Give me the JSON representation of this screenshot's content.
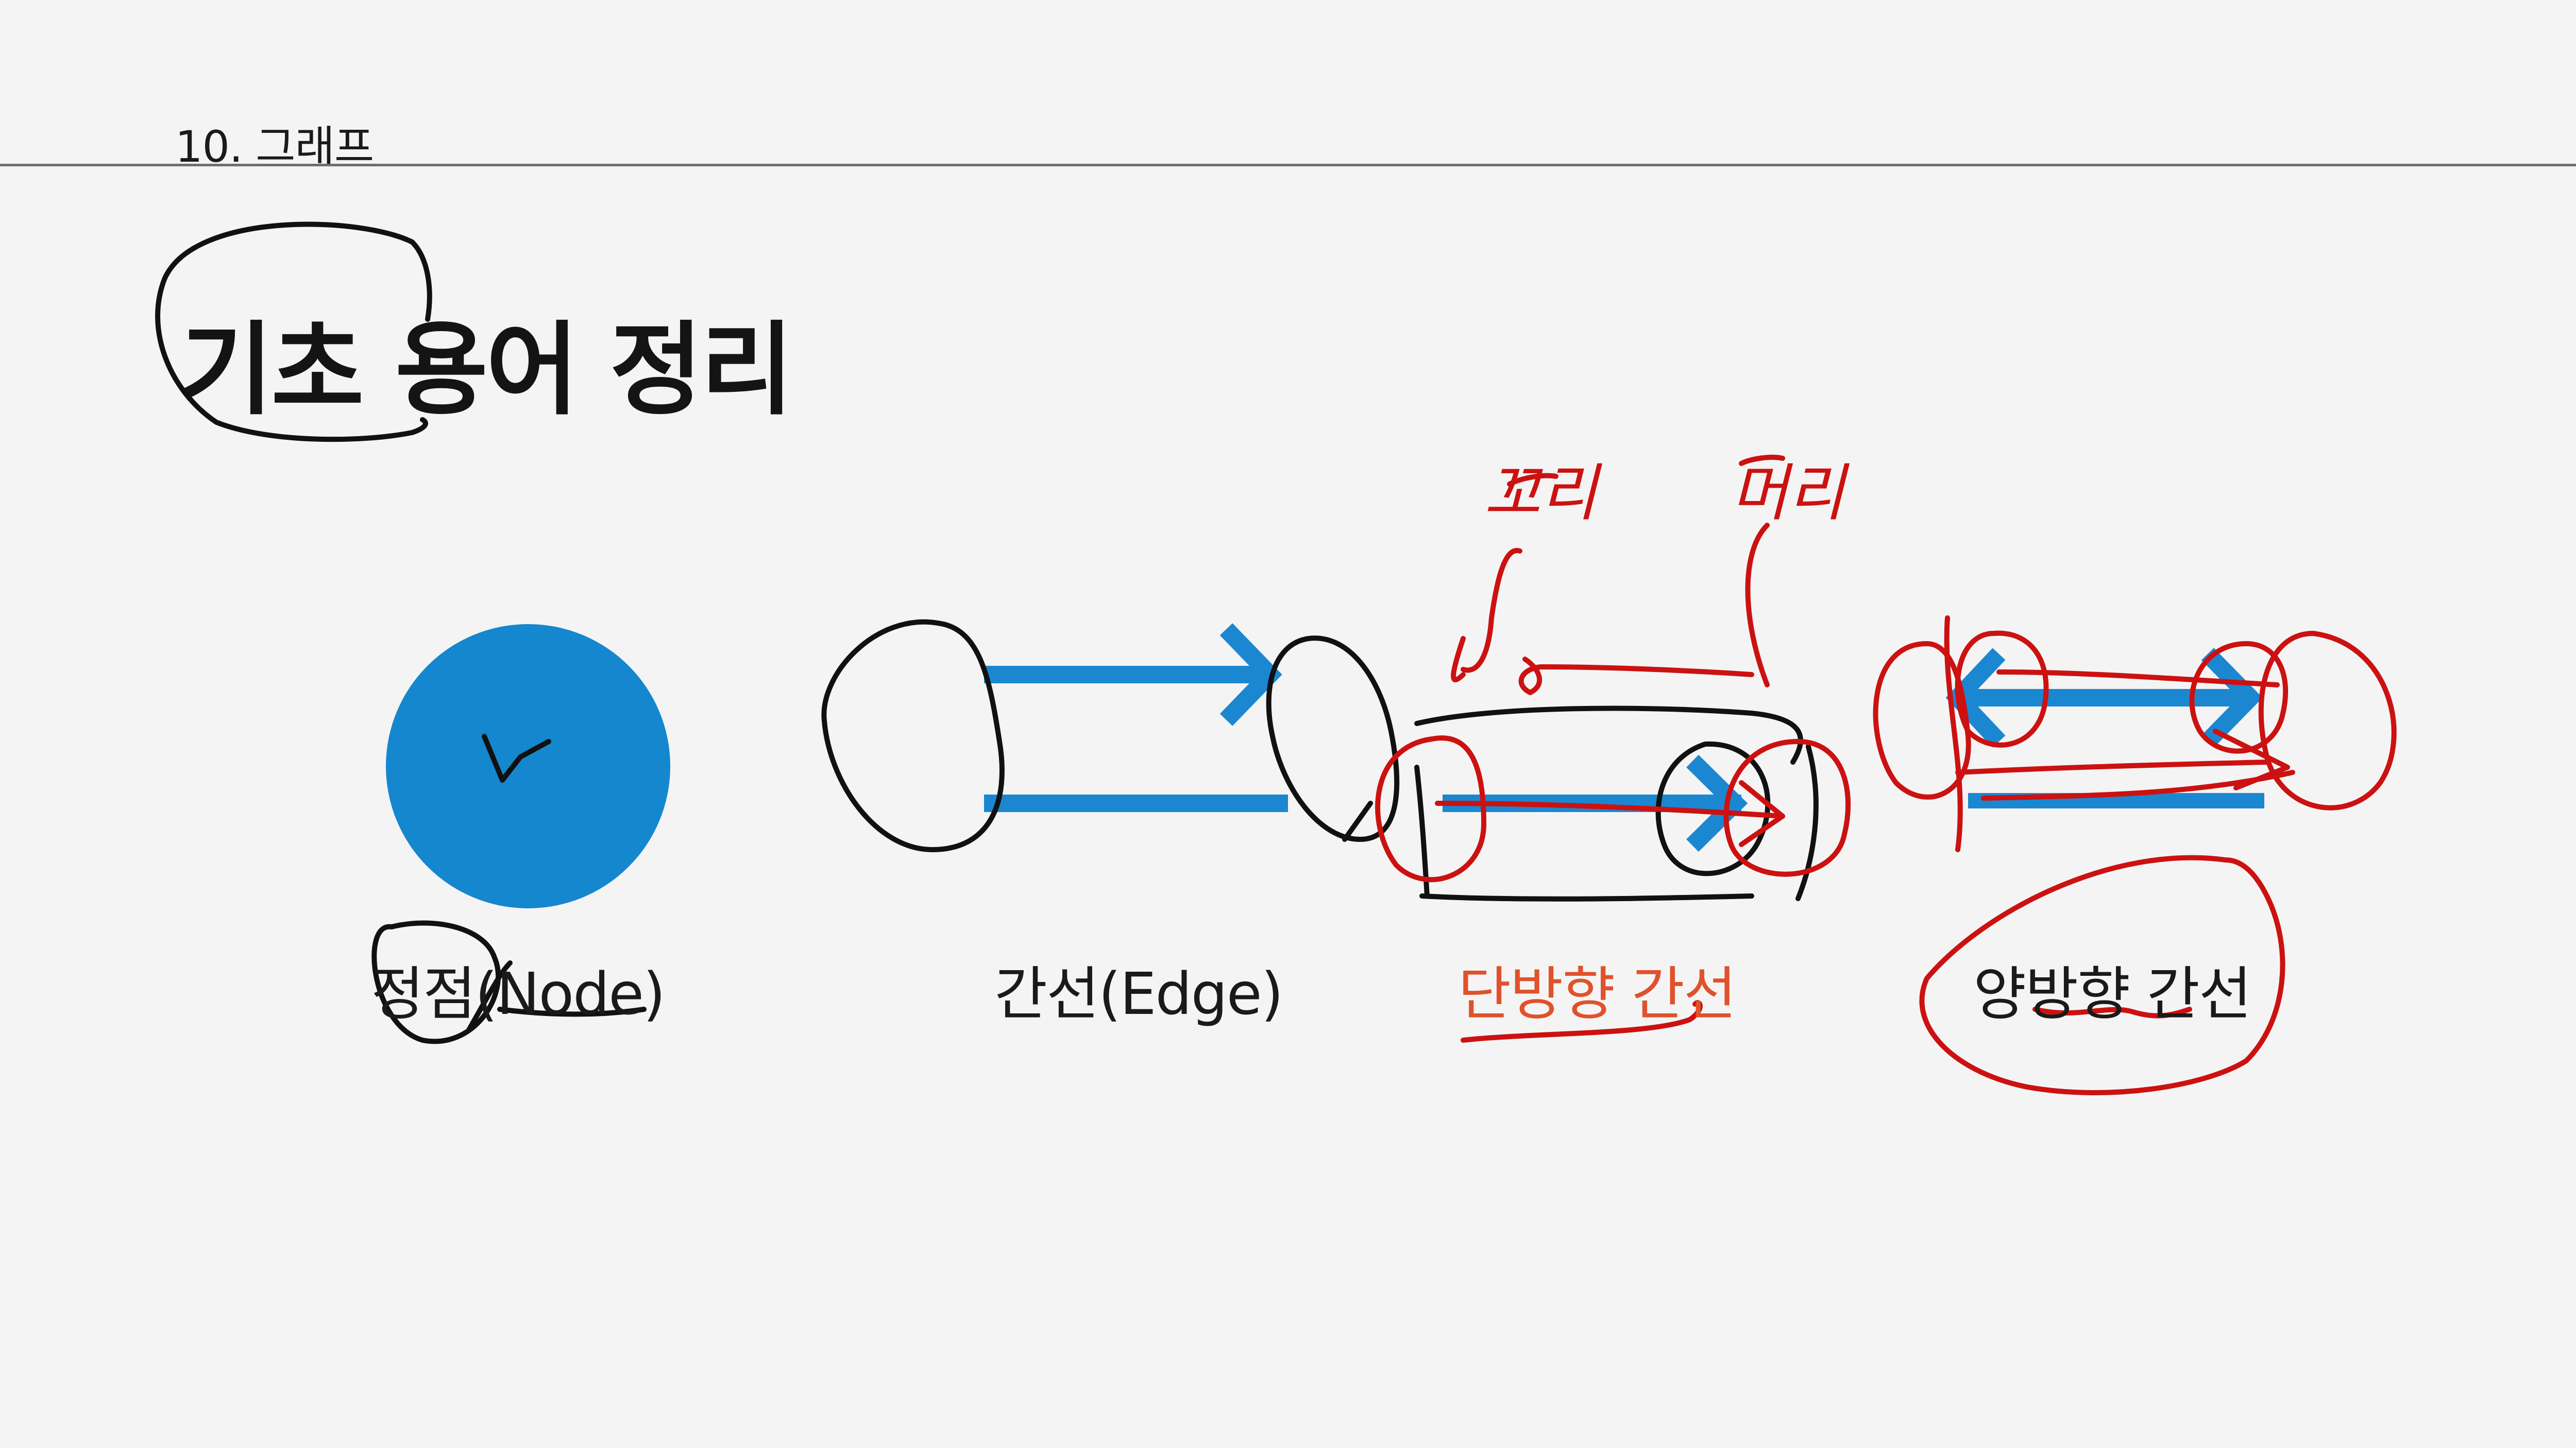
{
  "header": {
    "section": "10. 그래프"
  },
  "title": "기초 용어 정리",
  "items": [
    {
      "label": "정점(Node)"
    },
    {
      "label": "간선(Edge)"
    },
    {
      "label": "단방향 간선"
    },
    {
      "label": "양방향 간선"
    }
  ],
  "annotations": {
    "tail": "꼬리",
    "head": "머리"
  },
  "colors": {
    "background": "#f4f4f4",
    "node_fill": "#1487cf",
    "edge": "#1c87d1",
    "accent_label": "#e0512c",
    "ink_black": "#111111",
    "ink_red": "#cc1111"
  }
}
